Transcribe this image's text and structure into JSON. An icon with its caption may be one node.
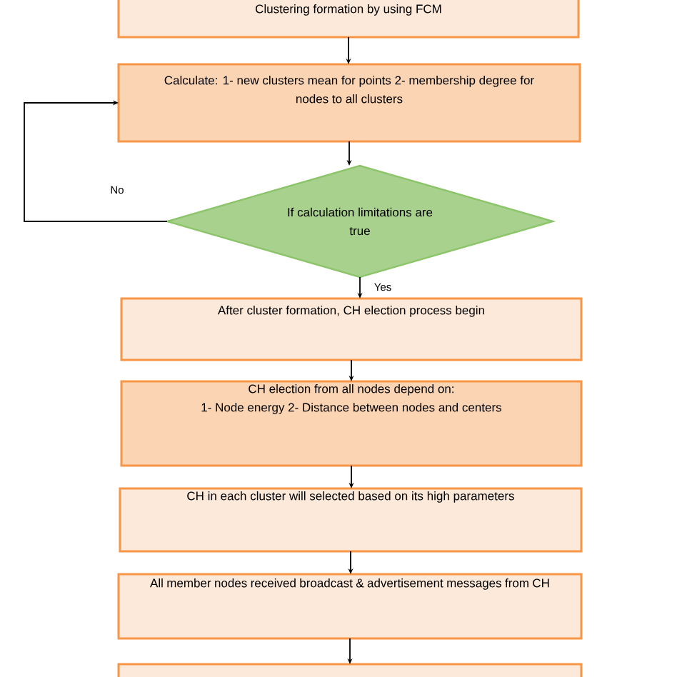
{
  "diagram": {
    "nodes": [
      {
        "text": [
          "Clustering formation by using FCM"
        ]
      },
      {
        "text": [
          "Calculate: 1- new clusters mean for points 2- membership degree for nodes to all clusters"
        ]
      },
      {
        "text": [
          "If calculation limitations are true"
        ]
      },
      {
        "text": [
          "After cluster formation, CH election process begin"
        ]
      },
      {
        "text": [
          "CH election from all nodes depend on:",
          "1- Node energy 2- Distance between nodes and centers"
        ]
      },
      {
        "text": [
          "CH in each cluster will selected based on its high parameters"
        ]
      },
      {
        "text": [
          "All member nodes received broadcast & advertisement messages from CH"
        ]
      },
      {
        "text": [],
        "shape": "box"
      }
    ],
    "edges": [
      {
        "from": 0,
        "to": 1,
        "arrow": "to"
      },
      {
        "from": 1,
        "to": 2,
        "arrow": "to"
      },
      {
        "from": 2,
        "to": 1,
        "arrow": "to",
        "label": "No"
      },
      {
        "from": 2,
        "to": 3,
        "arrow": "to",
        "label": "Yes"
      },
      {
        "from": 3,
        "to": 4,
        "arrow": "to"
      },
      {
        "from": 4,
        "to": 5,
        "arrow": "to"
      },
      {
        "from": 5,
        "to": 6,
        "arrow": "to"
      },
      {
        "from": 6,
        "to": 7,
        "arrow": "to"
      }
    ]
  }
}
